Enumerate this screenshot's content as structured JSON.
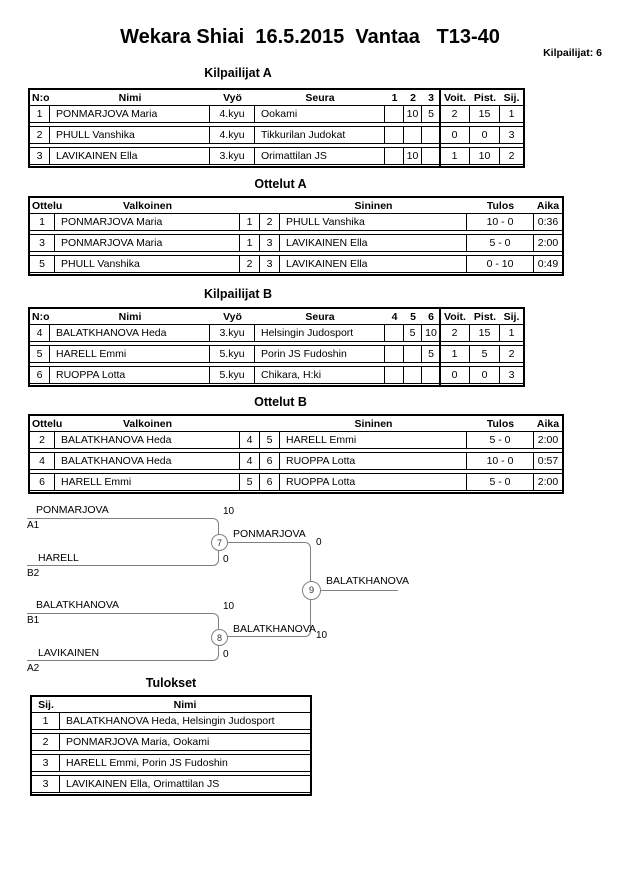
{
  "theme": {
    "table_border": "#000000",
    "bracket_line": "#808080",
    "text": "#000000",
    "bg": "#ffffff"
  },
  "header": {
    "title": "Wekara Shiai  16.5.2015  Vantaa   T13-40",
    "participants": "Kilpailijat: 6"
  },
  "kilpailijatA": {
    "title": "Kilpailijat A",
    "headers": {
      "no": "N:o",
      "nimi": "Nimi",
      "vyo": "Vyö",
      "seura": "Seura",
      "m1": "1",
      "m2": "2",
      "m3": "3",
      "voit": "Voit.",
      "pist": "Pist.",
      "sij": "Sij."
    },
    "rows": [
      {
        "no": "1",
        "nimi": "PONMARJOVA Maria",
        "vyo": "4.kyu",
        "seura": "Ookami",
        "m1": "",
        "m2": "10",
        "m3": "5",
        "voit": "2",
        "pist": "15",
        "sij": "1"
      },
      {
        "no": "2",
        "nimi": "PHULL Vanshika",
        "vyo": "4.kyu",
        "seura": "Tikkurilan Judokat",
        "m1": "",
        "m2": "",
        "m3": "",
        "voit": "0",
        "pist": "0",
        "sij": "3"
      },
      {
        "no": "3",
        "nimi": "LAVIKAINEN Ella",
        "vyo": "3.kyu",
        "seura": "Orimattilan JS",
        "m1": "",
        "m2": "10",
        "m3": "",
        "voit": "1",
        "pist": "10",
        "sij": "2"
      }
    ]
  },
  "ottelutA": {
    "title": "Ottelut A",
    "headers": {
      "ottelu": "Ottelu",
      "valkoinen": "Valkoinen",
      "sininen": "Sininen",
      "tulos": "Tulos",
      "aika": "Aika"
    },
    "rows": [
      {
        "ottelu": "1",
        "valkoinen": "PONMARJOVA Maria",
        "v_no": "1",
        "s_no": "2",
        "sininen": "PHULL Vanshika",
        "tulos": "10 - 0",
        "aika": "0:36"
      },
      {
        "ottelu": "3",
        "valkoinen": "PONMARJOVA Maria",
        "v_no": "1",
        "s_no": "3",
        "sininen": "LAVIKAINEN Ella",
        "tulos": "5 - 0",
        "aika": "2:00"
      },
      {
        "ottelu": "5",
        "valkoinen": "PHULL Vanshika",
        "v_no": "2",
        "s_no": "3",
        "sininen": "LAVIKAINEN Ella",
        "tulos": "0 - 10",
        "aika": "0:49"
      }
    ]
  },
  "kilpailijatB": {
    "title": "Kilpailijat B",
    "headers": {
      "no": "N:o",
      "nimi": "Nimi",
      "vyo": "Vyö",
      "seura": "Seura",
      "m1": "4",
      "m2": "5",
      "m3": "6",
      "voit": "Voit.",
      "pist": "Pist.",
      "sij": "Sij."
    },
    "rows": [
      {
        "no": "4",
        "nimi": "BALATKHANOVA Heda",
        "vyo": "3.kyu",
        "seura": "Helsingin Judosport",
        "m1": "",
        "m2": "5",
        "m3": "10",
        "voit": "2",
        "pist": "15",
        "sij": "1"
      },
      {
        "no": "5",
        "nimi": "HARELL Emmi",
        "vyo": "5.kyu",
        "seura": "Porin JS Fudoshin",
        "m1": "",
        "m2": "",
        "m3": "5",
        "voit": "1",
        "pist": "5",
        "sij": "2"
      },
      {
        "no": "6",
        "nimi": "RUOPPA Lotta",
        "vyo": "5.kyu",
        "seura": "Chikara, H:ki",
        "m1": "",
        "m2": "",
        "m3": "",
        "voit": "0",
        "pist": "0",
        "sij": "3"
      }
    ]
  },
  "ottelutB": {
    "title": "Ottelut B",
    "headers": {
      "ottelu": "Ottelu",
      "valkoinen": "Valkoinen",
      "sininen": "Sininen",
      "tulos": "Tulos",
      "aika": "Aika"
    },
    "rows": [
      {
        "ottelu": "2",
        "valkoinen": "BALATKHANOVA Heda",
        "v_no": "4",
        "s_no": "5",
        "sininen": "HARELL Emmi",
        "tulos": "5 - 0",
        "aika": "2:00"
      },
      {
        "ottelu": "4",
        "valkoinen": "BALATKHANOVA Heda",
        "v_no": "4",
        "s_no": "6",
        "sininen": "RUOPPA Lotta",
        "tulos": "10 - 0",
        "aika": "0:57"
      },
      {
        "ottelu": "6",
        "valkoinen": "HARELL Emmi",
        "v_no": "5",
        "s_no": "6",
        "sininen": "RUOPPA Lotta",
        "tulos": "5 - 0",
        "aika": "2:00"
      }
    ]
  },
  "bracket": {
    "semifinal1": {
      "match_no": "7",
      "top": {
        "name": "PONMARJOVA",
        "seed": "A1",
        "score": "10"
      },
      "bottom": {
        "name": "HARELL",
        "seed": "B2",
        "score": "0"
      },
      "winner": {
        "name": "PONMARJOVA",
        "score": "0"
      }
    },
    "semifinal2": {
      "match_no": "8",
      "top": {
        "name": "BALATKHANOVA",
        "seed": "B1",
        "score": "10"
      },
      "bottom": {
        "name": "LAVIKAINEN",
        "seed": "A2",
        "score": "0"
      },
      "winner": {
        "name": "BALATKHANOVA",
        "score": "10"
      }
    },
    "final": {
      "match_no": "9",
      "winner": {
        "name": "BALATKHANOVA"
      }
    }
  },
  "tulokset": {
    "title": "Tulokset",
    "headers": {
      "sij": "Sij.",
      "nimi": "Nimi"
    },
    "rows": [
      {
        "sij": "1",
        "nimi": "BALATKHANOVA Heda, Helsingin Judosport"
      },
      {
        "sij": "2",
        "nimi": "PONMARJOVA Maria, Ookami"
      },
      {
        "sij": "3",
        "nimi": "HARELL Emmi, Porin JS Fudoshin"
      },
      {
        "sij": "3",
        "nimi": "LAVIKAINEN Ella, Orimattilan JS"
      }
    ]
  }
}
